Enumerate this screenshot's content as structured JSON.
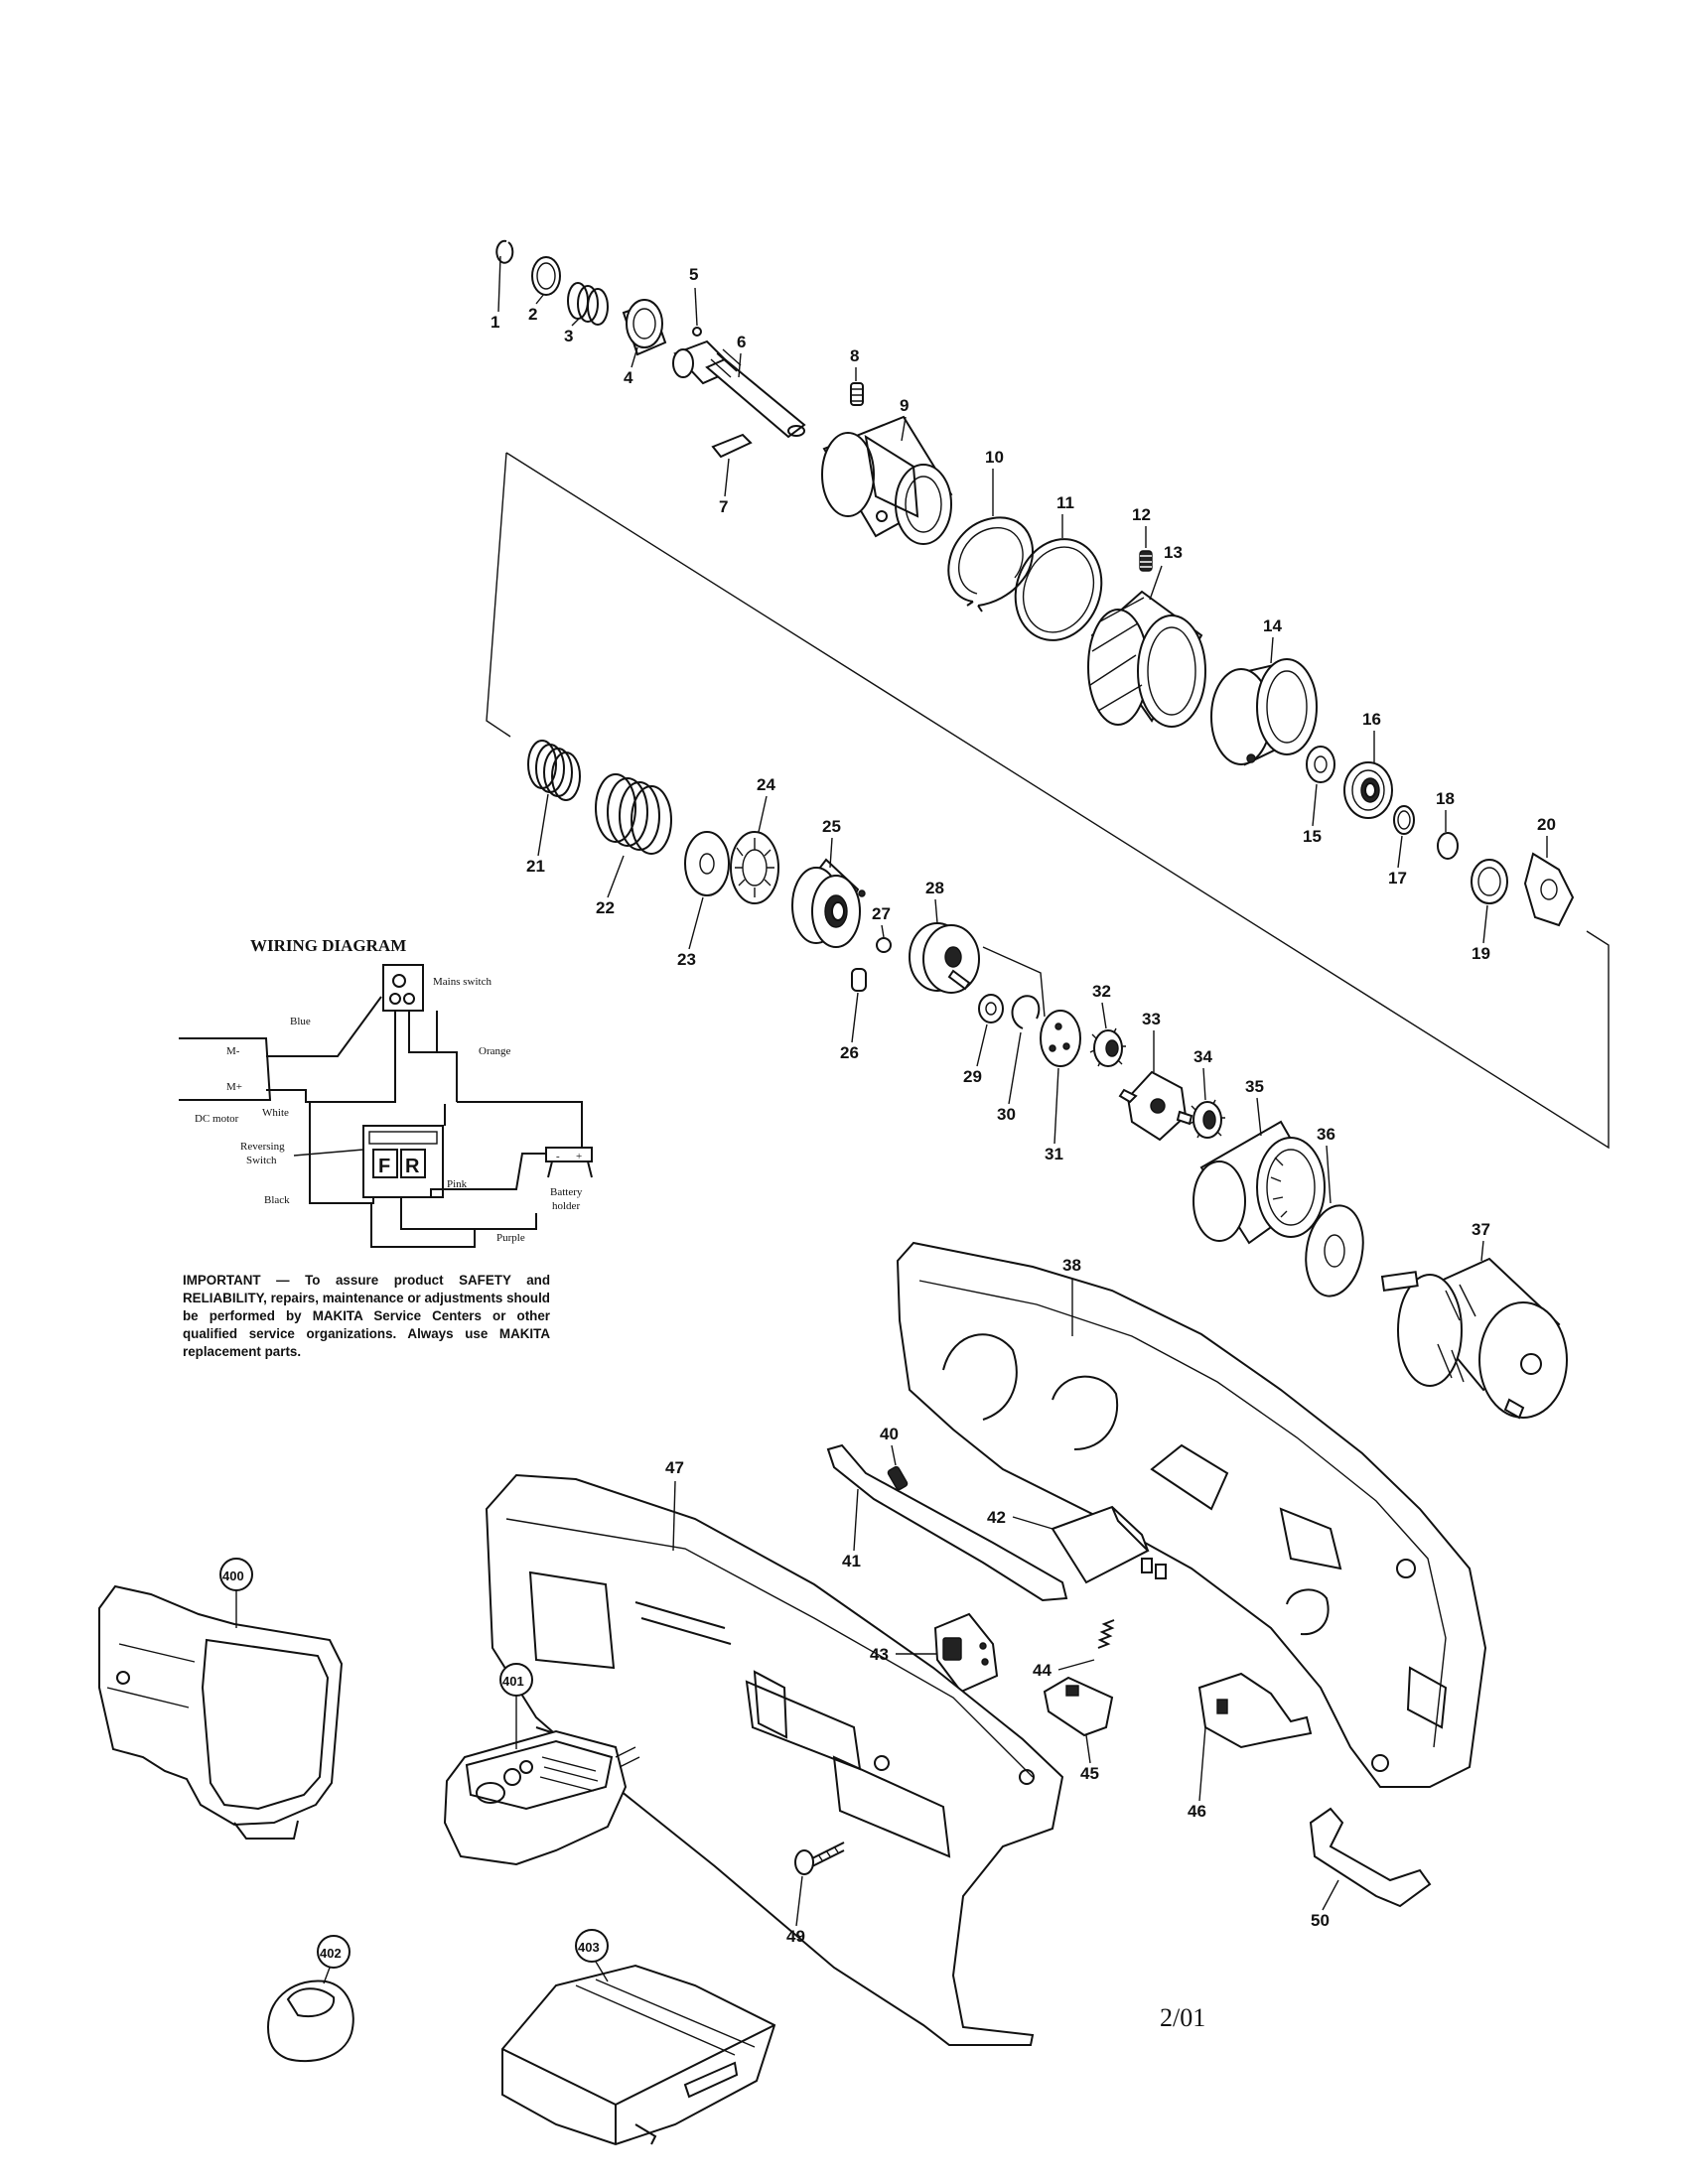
{
  "important_note": "IMPORTANT — To assure product SAFETY and RELIABILITY, repairs, maintenance or adjustments should be performed by MAKITA Service Centers or other qualified service organizations. Always use MAKITA replacement parts.",
  "date_code": "2/01",
  "wiring": {
    "title": "WIRING DIAGRAM",
    "mains_switch": "Mains switch",
    "blue": "Blue",
    "orange": "Orange",
    "white": "White",
    "dc_motor": "DC motor",
    "m_minus": "M-",
    "m_plus": "M+",
    "reversing_switch_l1": "Reversing",
    "reversing_switch_l2": "Switch",
    "sw_f": "F",
    "sw_r": "R",
    "pink": "Pink",
    "black": "Black",
    "purple": "Purple",
    "battery_holder_l1": "Battery",
    "battery_holder_l2": "holder",
    "bh_minus": "-",
    "bh_plus": "+"
  },
  "parts": [
    {
      "id": "p1",
      "label": "1"
    },
    {
      "id": "p2",
      "label": "2"
    },
    {
      "id": "p3",
      "label": "3"
    },
    {
      "id": "p4",
      "label": "4"
    },
    {
      "id": "p5",
      "label": "5"
    },
    {
      "id": "p6",
      "label": "6"
    },
    {
      "id": "p7",
      "label": "7"
    },
    {
      "id": "p8",
      "label": "8"
    },
    {
      "id": "p9",
      "label": "9"
    },
    {
      "id": "p10",
      "label": "10"
    },
    {
      "id": "p11",
      "label": "11"
    },
    {
      "id": "p12",
      "label": "12"
    },
    {
      "id": "p13",
      "label": "13"
    },
    {
      "id": "p14",
      "label": "14"
    },
    {
      "id": "p15",
      "label": "15"
    },
    {
      "id": "p16",
      "label": "16"
    },
    {
      "id": "p17",
      "label": "17"
    },
    {
      "id": "p18",
      "label": "18"
    },
    {
      "id": "p19",
      "label": "19"
    },
    {
      "id": "p20",
      "label": "20"
    },
    {
      "id": "p21",
      "label": "21"
    },
    {
      "id": "p22",
      "label": "22"
    },
    {
      "id": "p23",
      "label": "23"
    },
    {
      "id": "p24",
      "label": "24"
    },
    {
      "id": "p25",
      "label": "25"
    },
    {
      "id": "p26",
      "label": "26"
    },
    {
      "id": "p27",
      "label": "27"
    },
    {
      "id": "p28",
      "label": "28"
    },
    {
      "id": "p29",
      "label": "29"
    },
    {
      "id": "p30",
      "label": "30"
    },
    {
      "id": "p31",
      "label": "31"
    },
    {
      "id": "p32",
      "label": "32"
    },
    {
      "id": "p33",
      "label": "33"
    },
    {
      "id": "p34",
      "label": "34"
    },
    {
      "id": "p35",
      "label": "35"
    },
    {
      "id": "p36",
      "label": "36"
    },
    {
      "id": "p37",
      "label": "37"
    },
    {
      "id": "p38",
      "label": "38"
    },
    {
      "id": "p40",
      "label": "40"
    },
    {
      "id": "p41",
      "label": "41"
    },
    {
      "id": "p42",
      "label": "42"
    },
    {
      "id": "p43",
      "label": "43"
    },
    {
      "id": "p44",
      "label": "44"
    },
    {
      "id": "p45",
      "label": "45"
    },
    {
      "id": "p46",
      "label": "46"
    },
    {
      "id": "p47",
      "label": "47"
    },
    {
      "id": "p49",
      "label": "49"
    },
    {
      "id": "p50",
      "label": "50"
    },
    {
      "id": "p400",
      "label": "400"
    },
    {
      "id": "p401",
      "label": "401"
    },
    {
      "id": "p402",
      "label": "402"
    },
    {
      "id": "p403",
      "label": "403"
    }
  ]
}
